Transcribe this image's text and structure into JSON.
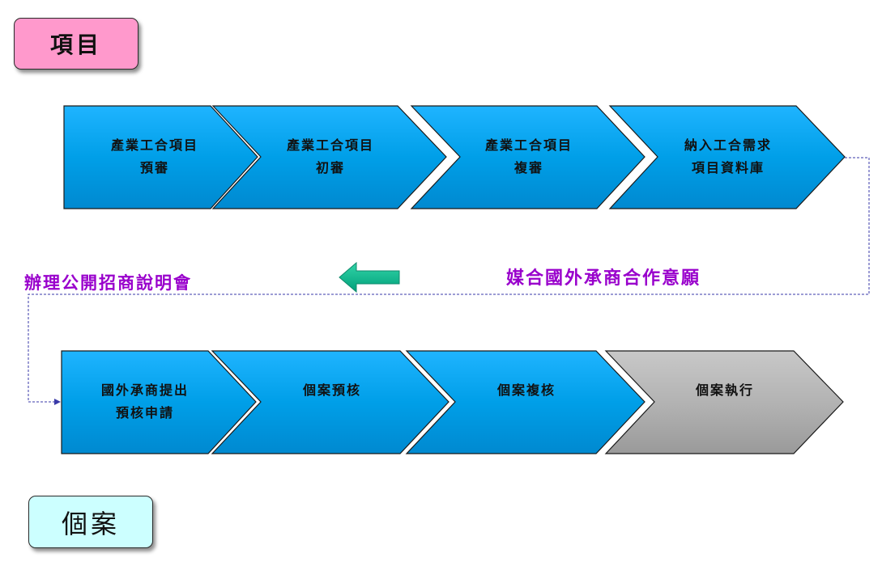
{
  "labels": {
    "project": "項目",
    "case": "個案"
  },
  "annotations": {
    "briefing": "辦理公開招商說明會",
    "matching": "媒合國外承商合作意願"
  },
  "project_steps": [
    {
      "line1": "產業工合項目",
      "line2": "預審"
    },
    {
      "line1": "產業工合項目",
      "line2": "初審"
    },
    {
      "line1": "產業工合項目",
      "line2": "複審"
    },
    {
      "line1": "納入工合需求",
      "line2": "項目資料庫"
    }
  ],
  "case_steps": [
    {
      "line1": "國外承商提出",
      "line2": "預核申請"
    },
    {
      "line1": "個案預核",
      "line2": ""
    },
    {
      "line1": "個案複核",
      "line2": ""
    },
    {
      "line1": "個案執行",
      "line2": ""
    }
  ],
  "colors": {
    "step_blue": "#009fe8",
    "step_gray": "#b3b3b3",
    "annotation_purple": "#9900cc",
    "arrow_green": "#00b38a",
    "connector_blue": "#3a3aa8"
  }
}
